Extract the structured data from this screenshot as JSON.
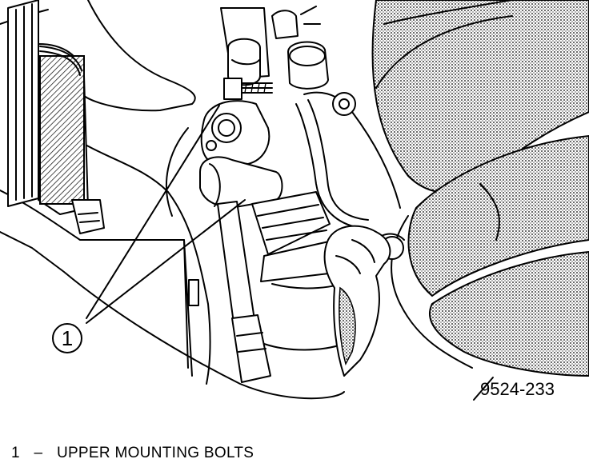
{
  "figure": {
    "id": "9524-233",
    "callout_number": "1"
  },
  "legend": {
    "items": [
      {
        "number": "1",
        "separator": "–",
        "label": "UPPER MOUNTING BOLTS"
      }
    ]
  }
}
